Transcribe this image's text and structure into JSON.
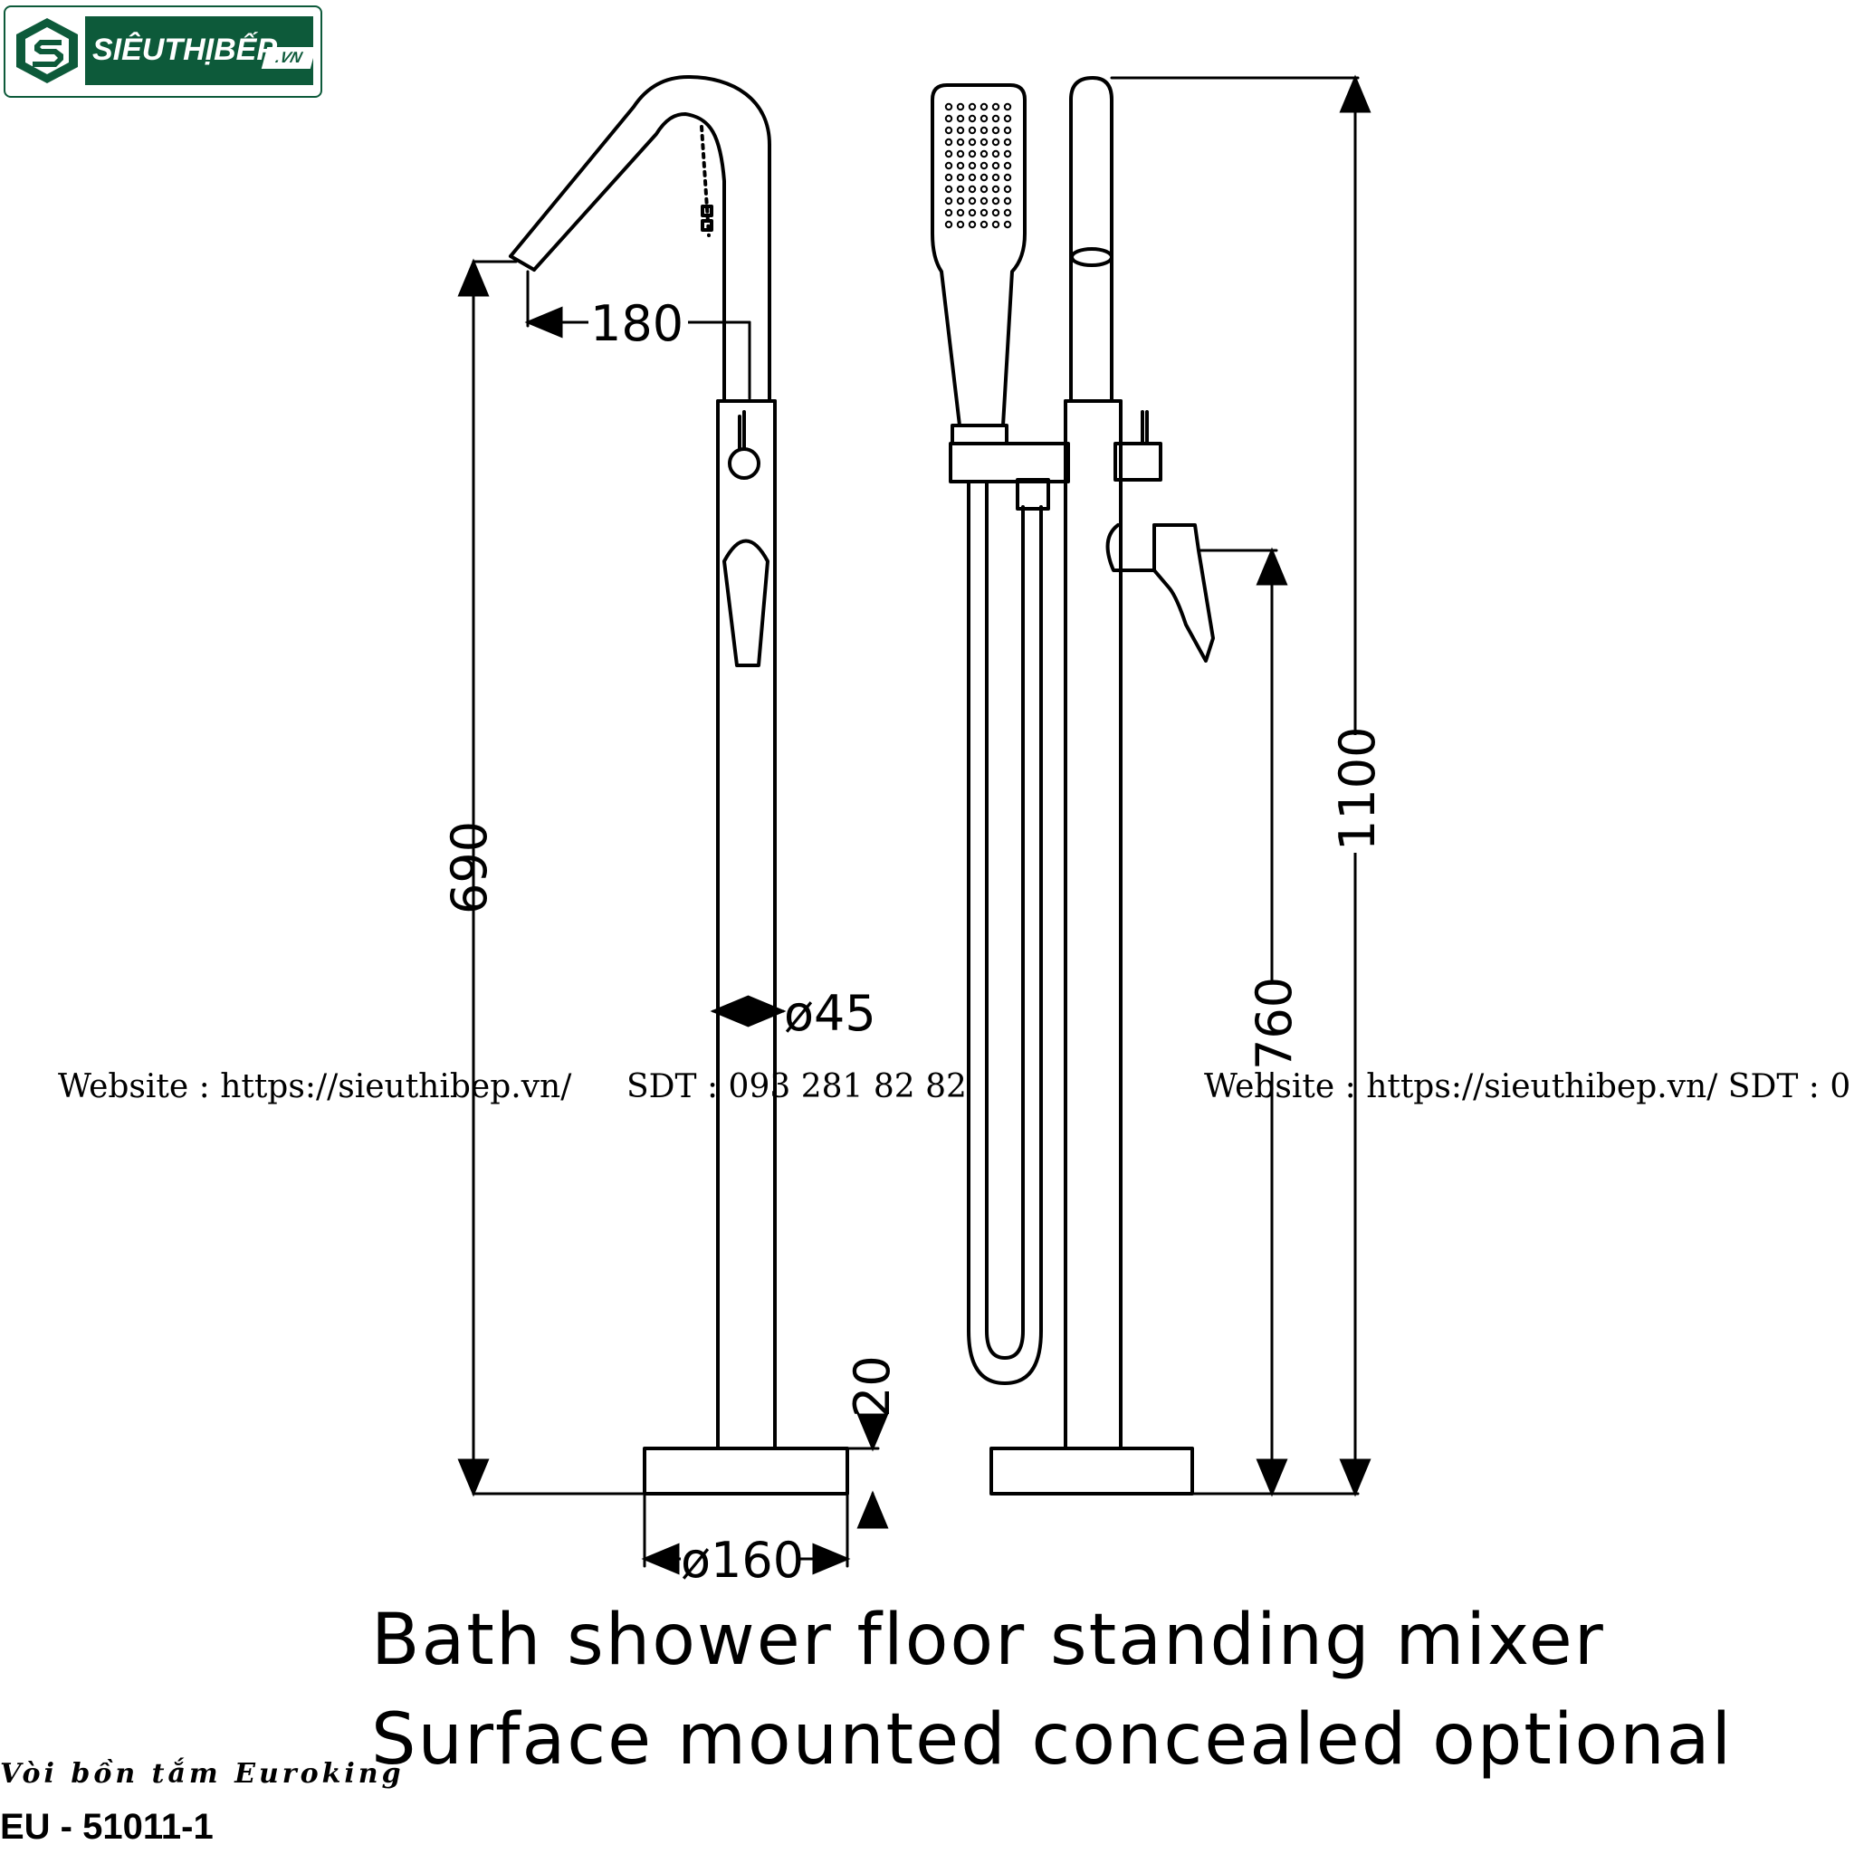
{
  "logo": {
    "brand": "SIÊUTHỊBẾP",
    "tld": ".VN"
  },
  "dimensions": {
    "spout_reach": "180",
    "left_height": "690",
    "tube_diameter": "ø45",
    "base_thickness": "20",
    "base_diameter": "ø160",
    "total_height": "1100",
    "handle_height": "760"
  },
  "caption": {
    "line1": "Bath shower floor standing mixer",
    "line2": "Surface mounted concealed optional"
  },
  "watermark": {
    "left_site": "Website : https://sieuthibep.vn/",
    "left_phone": "SDT : 093 281 82 82",
    "right": "Website : https://sieuthibep.vn/ SDT : 0"
  },
  "product": {
    "name": "Vòi bồn tắm Euroking",
    "model": "EU - 51011-1"
  }
}
